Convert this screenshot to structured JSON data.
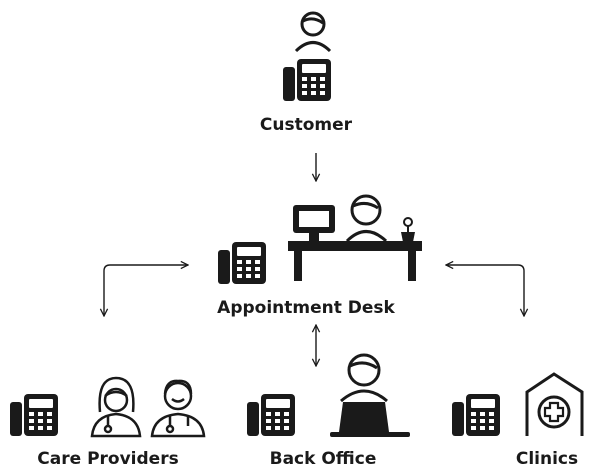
{
  "labels": {
    "customer": "Customer",
    "appointment_desk": "Appointment Desk",
    "care_providers": "Care Providers",
    "back_office": "Back Office",
    "clinics": "Clinics"
  },
  "colors": {
    "ink": "#1a1a1a",
    "background": "#ffffff"
  },
  "icons": [
    "person-icon",
    "desk-phone-icon",
    "computer-monitor-icon",
    "flower-pot-icon",
    "desk-icon",
    "female-doctor-icon",
    "male-doctor-icon",
    "laptop-icon",
    "clinic-building-icon"
  ]
}
